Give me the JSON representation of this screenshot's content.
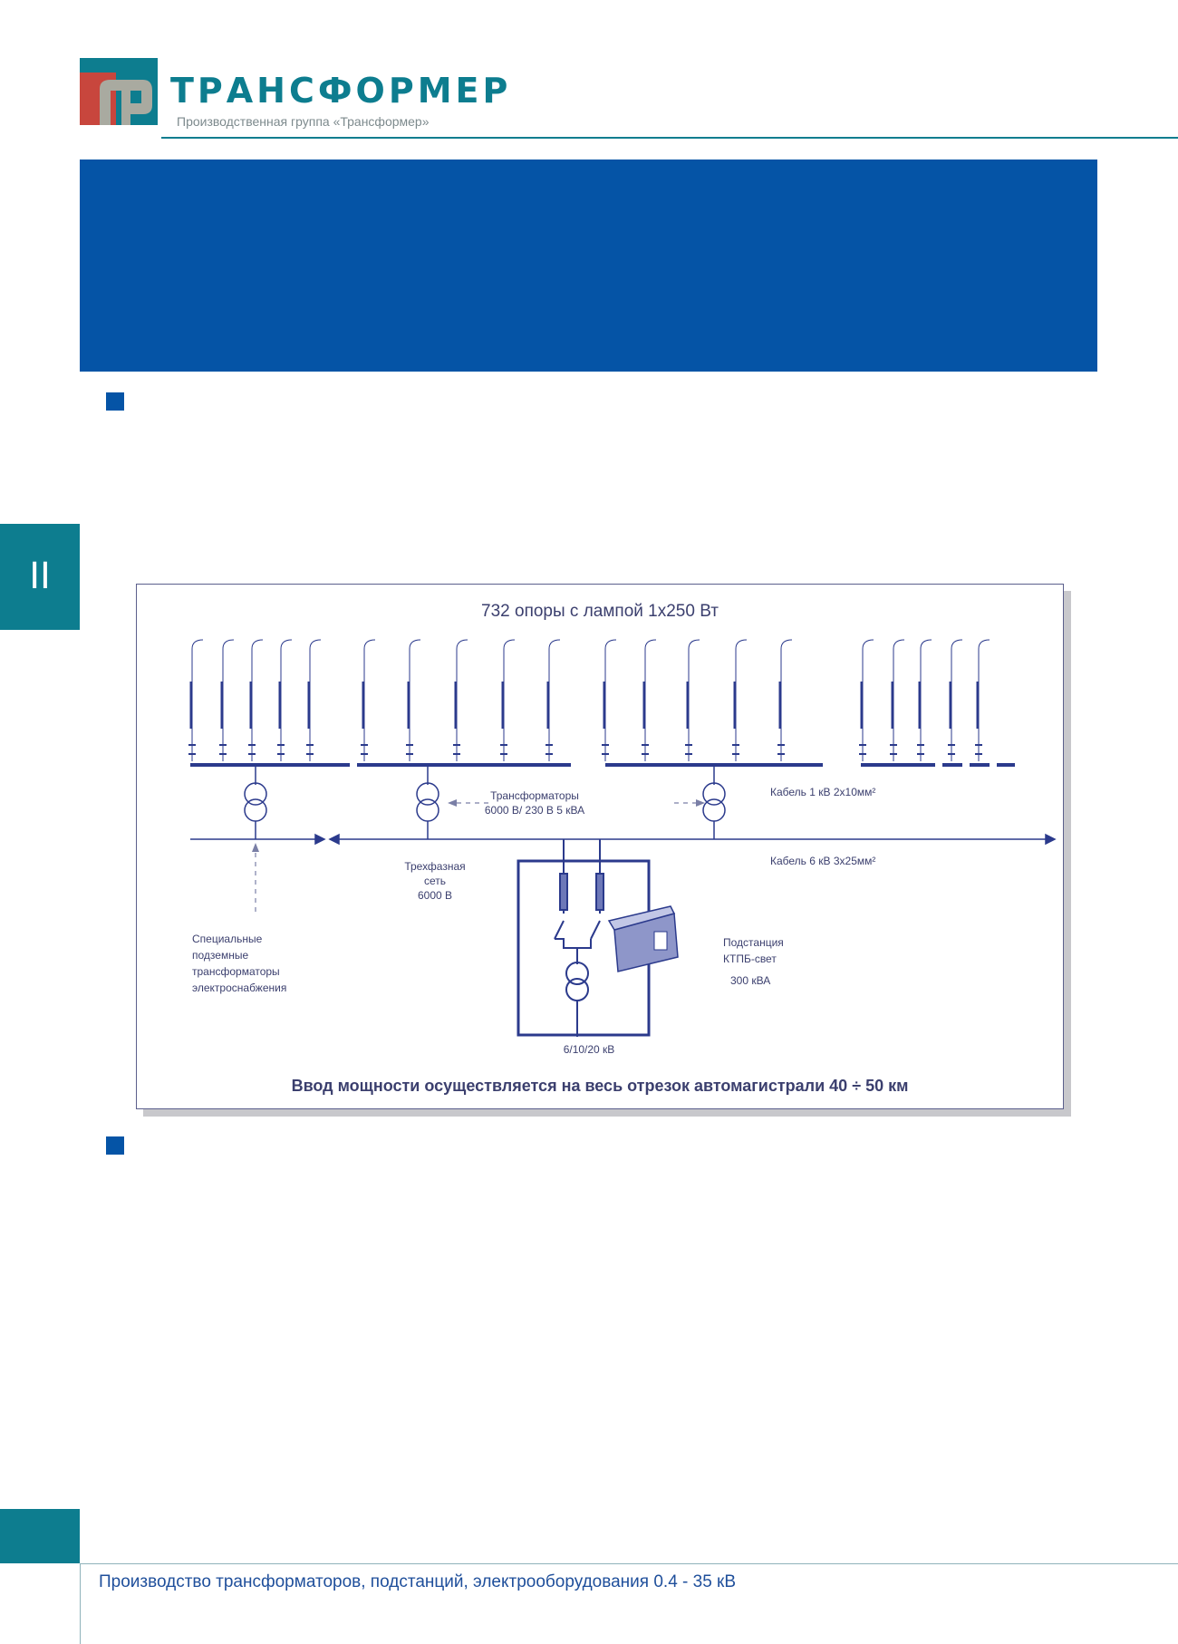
{
  "header": {
    "brand_name": "ТРАНСФОРМЕР",
    "tagline": "Производственная группа «Трансформер»"
  },
  "side_tab": {
    "label": "II"
  },
  "diagram": {
    "title": "732 опоры с лампой 1х250 Вт",
    "transformers_label_1": "Трансформаторы",
    "transformers_label_2": "6000 В/ 230 В  5 кВА",
    "cable_1kv": "Кабель 1 кВ 2х10мм²",
    "cable_6kv": "Кабель 6 кВ 3х25мм²",
    "three_phase_1": "Трехфазная",
    "three_phase_2": "сеть",
    "three_phase_3": "6000 В",
    "special_1": "Специальные",
    "special_2": "подземные",
    "special_3": "трансформаторы",
    "special_4": "электроснабжения",
    "substation_1": "Подстанция",
    "substation_2": "КТПБ-свет",
    "substation_3": "300 кВА",
    "voltage": "6/10/20 кВ",
    "caption": "Ввод мощности осуществляется на весь отрезок автомагистрали 40 ÷ 50 км"
  },
  "footer": {
    "text": "Производство трансформаторов, подстанций, электрооборудования 0.4 - 35 кВ"
  },
  "colors": {
    "teal": "#0d7d8f",
    "blue": "#0554a6",
    "red": "#c8463d",
    "diagram_ink": "#2b3a8c"
  }
}
